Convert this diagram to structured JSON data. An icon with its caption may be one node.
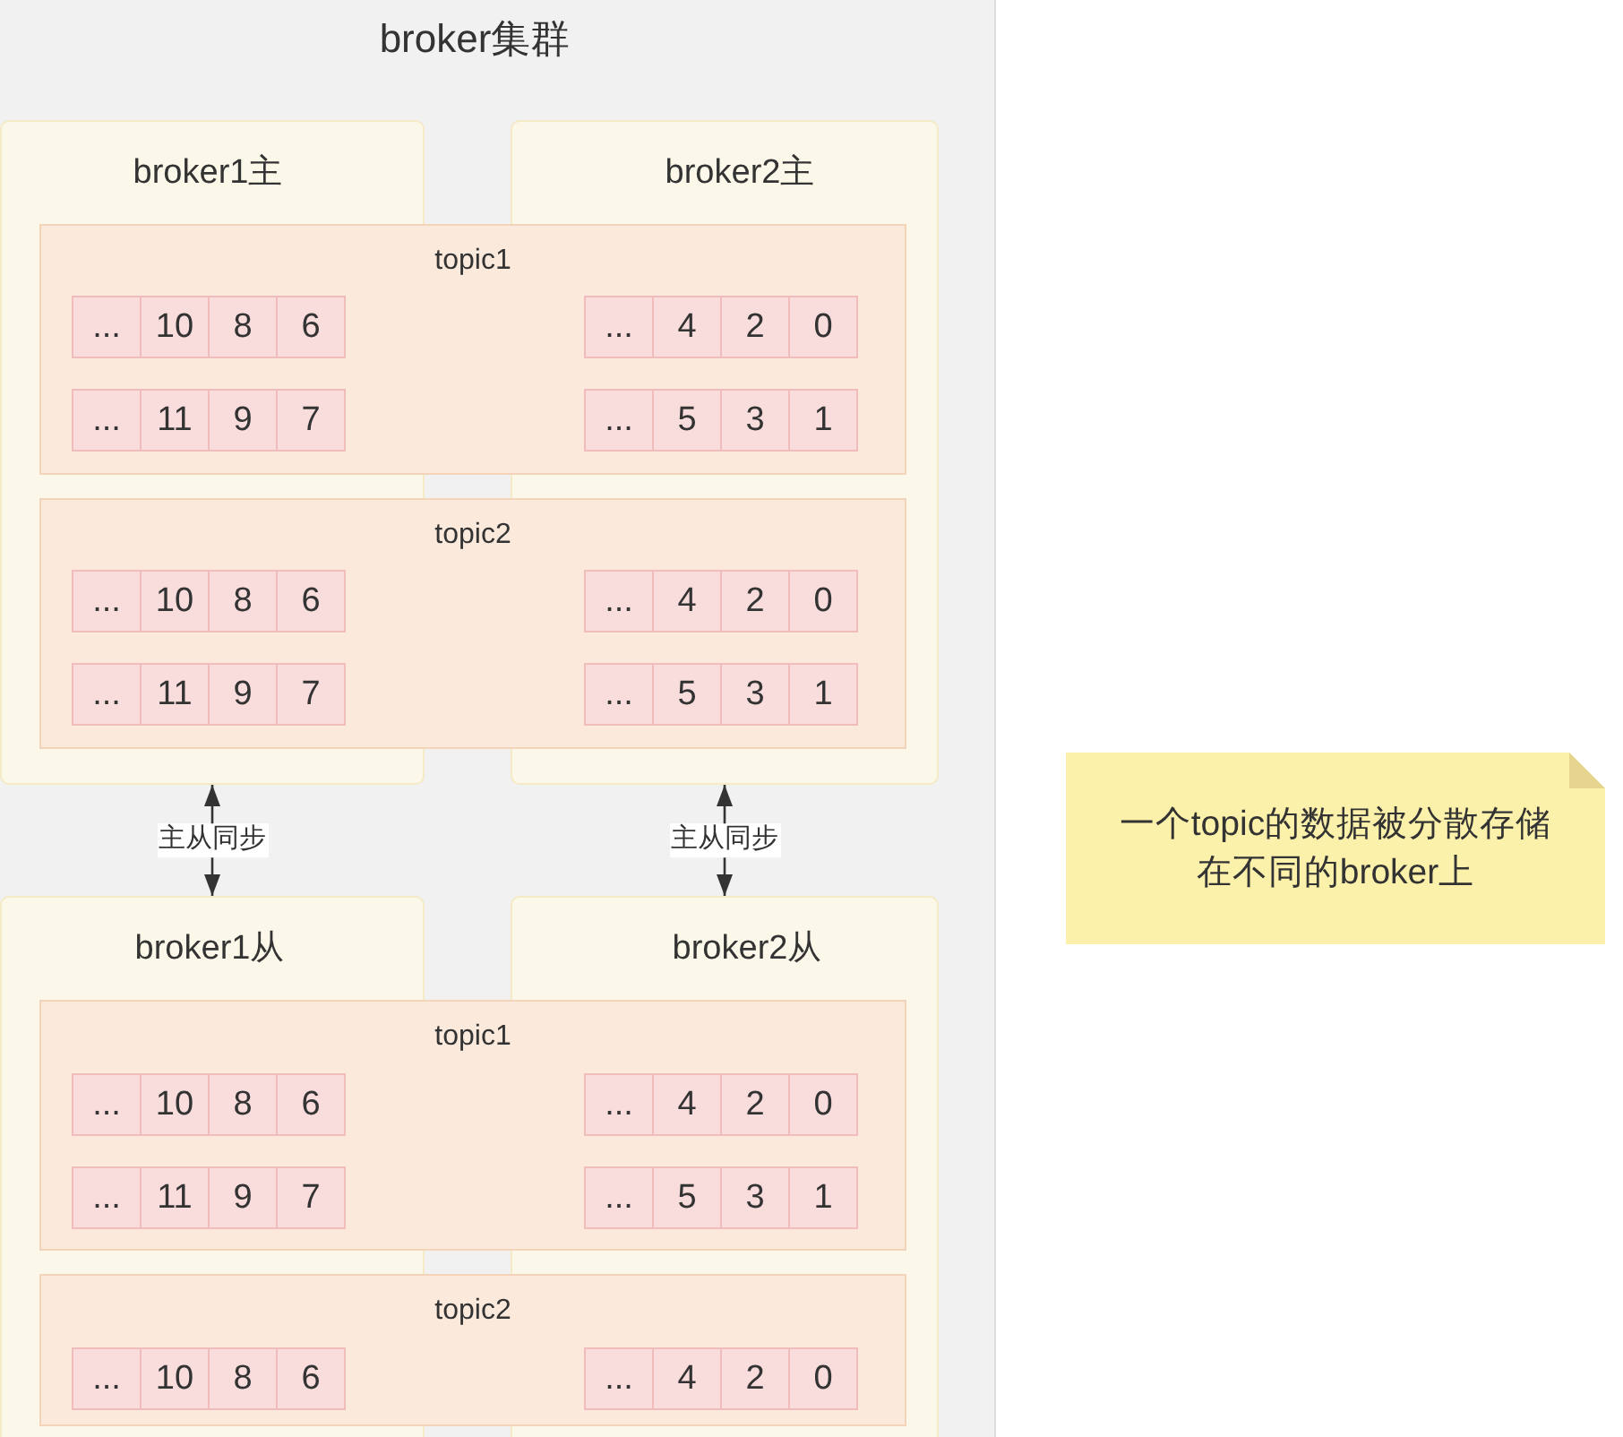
{
  "diagram": {
    "nodes": [
      {
        "text": [
          "broker集群"
        ]
      },
      {
        "text": [
          "broker1主"
        ],
        "in": 0
      },
      {
        "text": [
          "broker2主"
        ],
        "in": 0
      },
      {
        "text": [
          "topic1"
        ],
        "in": 0
      },
      {
        "text": [
          "..."
        ]
      },
      {
        "text": [
          "10"
        ]
      },
      {
        "text": [
          "8"
        ]
      },
      {
        "text": [
          "6"
        ]
      },
      {
        "text": [
          "..."
        ]
      },
      {
        "text": [
          "4"
        ]
      },
      {
        "text": [
          "2"
        ]
      },
      {
        "text": [
          "0"
        ]
      },
      {
        "text": [
          "..."
        ]
      },
      {
        "text": [
          "11"
        ]
      },
      {
        "text": [
          "9"
        ]
      },
      {
        "text": [
          "7"
        ]
      },
      {
        "text": [
          "..."
        ]
      },
      {
        "text": [
          "5"
        ]
      },
      {
        "text": [
          "3"
        ]
      },
      {
        "text": [
          "1"
        ]
      },
      {
        "text": [
          "topic2"
        ],
        "in": 0
      },
      {
        "text": [
          "..."
        ]
      },
      {
        "text": [
          "10"
        ]
      },
      {
        "text": [
          "8"
        ]
      },
      {
        "text": [
          "6"
        ]
      },
      {
        "text": [
          "..."
        ]
      },
      {
        "text": [
          "4"
        ]
      },
      {
        "text": [
          "2"
        ]
      },
      {
        "text": [
          "0"
        ]
      },
      {
        "text": [
          "..."
        ]
      },
      {
        "text": [
          "11"
        ]
      },
      {
        "text": [
          "9"
        ]
      },
      {
        "text": [
          "7"
        ]
      },
      {
        "text": [
          "..."
        ]
      },
      {
        "text": [
          "5"
        ]
      },
      {
        "text": [
          "3"
        ]
      },
      {
        "text": [
          "1"
        ]
      },
      {
        "text": [
          "broker1从"
        ],
        "in": 0
      },
      {
        "text": [
          "broker2从"
        ],
        "in": 0
      },
      {
        "text": [
          "topic1"
        ],
        "in": 0
      },
      {
        "text": [
          "..."
        ]
      },
      {
        "text": [
          "10"
        ]
      },
      {
        "text": [
          "8"
        ]
      },
      {
        "text": [
          "6"
        ]
      },
      {
        "text": [
          "..."
        ]
      },
      {
        "text": [
          "4"
        ]
      },
      {
        "text": [
          "2"
        ]
      },
      {
        "text": [
          "0"
        ]
      },
      {
        "text": [
          "..."
        ]
      },
      {
        "text": [
          "11"
        ]
      },
      {
        "text": [
          "9"
        ]
      },
      {
        "text": [
          "7"
        ]
      },
      {
        "text": [
          "..."
        ]
      },
      {
        "text": [
          "5"
        ]
      },
      {
        "text": [
          "3"
        ]
      },
      {
        "text": [
          "1"
        ]
      },
      {
        "text": [
          "topic2"
        ],
        "in": 0
      },
      {
        "text": [
          "..."
        ]
      },
      {
        "text": [
          "10"
        ]
      },
      {
        "text": [
          "8"
        ]
      },
      {
        "text": [
          "6"
        ]
      },
      {
        "text": [
          "..."
        ]
      },
      {
        "text": [
          "4"
        ]
      },
      {
        "text": [
          "2"
        ]
      },
      {
        "text": [
          "0"
        ]
      },
      {
        "text": [
          "一个topic的数据被分散存储在不同的broker上"
        ]
      }
    ],
    "edges": [
      {
        "from": 1,
        "to": 37,
        "arrow": "both",
        "label": "主从同步"
      },
      {
        "from": 2,
        "to": 38,
        "arrow": "both",
        "label": "主从同步"
      }
    ]
  }
}
